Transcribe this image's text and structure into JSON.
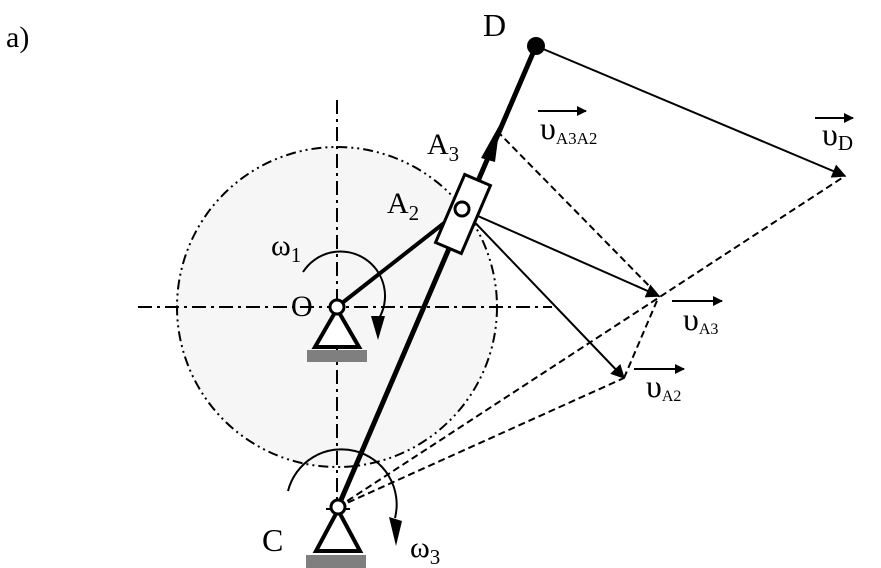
{
  "figure_label": "a)",
  "points": {
    "D": "D",
    "A3_base": "A",
    "A3_sub": "3",
    "A2_base": "A",
    "A2_sub": "2",
    "O": "O",
    "C": "C"
  },
  "angular_velocities": {
    "omega1_base": "ω",
    "omega1_sub": "1",
    "omega3_base": "ω",
    "omega3_sub": "3"
  },
  "velocities": {
    "vA3A2_base": "υ",
    "vA3A2_sub": "A3A2",
    "vD_base": "υ",
    "vD_sub": "D",
    "vA3_base": "υ",
    "vA3_sub": "A3",
    "vA2_base": "υ",
    "vA2_sub": "A2"
  },
  "colors": {
    "ink": "#000000",
    "circle_fill": "#f6f6f6",
    "ground": "#7f7f7f"
  }
}
